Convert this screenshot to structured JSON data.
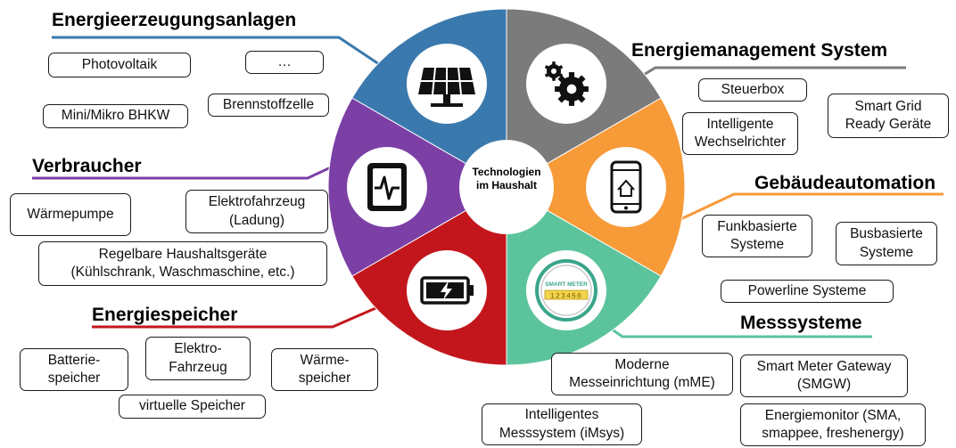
{
  "center": {
    "label": "Technologien\nim Haushalt"
  },
  "meter_badge": {
    "title": "SMART METER",
    "digits": "123450"
  },
  "categories": [
    {
      "title": "Energieerzeugungsanlagen",
      "color": "#3a79ad",
      "icon": "solar-panel-icon",
      "items": [
        "Photovoltaik",
        "…",
        "Mini/Mikro BHKW",
        "Brennstoffzelle"
      ]
    },
    {
      "title": "Energiemanagement System",
      "color": "#7b7b7b",
      "icon": "gears-icon",
      "items": [
        "Steuerbox",
        "Intelligente\nWechselrichter",
        "Smart Grid\nReady Geräte"
      ]
    },
    {
      "title": "Gebäudeautomation",
      "color": "#f79a38",
      "icon": "smartphone-home-icon",
      "items": [
        "Funkbasierte\nSysteme",
        "Busbasierte\nSysteme",
        "Powerline Systeme"
      ]
    },
    {
      "title": "Messsysteme",
      "color": "#5cc49c",
      "icon": "smart-meter-icon",
      "items": [
        "Moderne\nMesseinrichtung (mME)",
        "Smart Meter Gateway\n(SMGW)",
        "Intelligentes\nMesssystem (iMsys)",
        "Energiemonitor (SMA,\nsmappee, freshenergy)"
      ]
    },
    {
      "title": "Energiespeicher",
      "color": "#c3161c",
      "icon": "battery-icon",
      "items": [
        "Batterie-\nspeicher",
        "Elektro-\nFahrzeug",
        "Wärme-\nspeicher",
        "virtuelle Speicher"
      ]
    },
    {
      "title": "Verbraucher",
      "color": "#7c3fa6",
      "icon": "tablet-heartbeat-icon",
      "items": [
        "Wärmepumpe",
        "Elektrofahrzeug\n(Ladung)",
        "Regelbare Haushaltsgeräte\n(Kühlschrank, Waschmaschine, etc.)"
      ]
    }
  ]
}
